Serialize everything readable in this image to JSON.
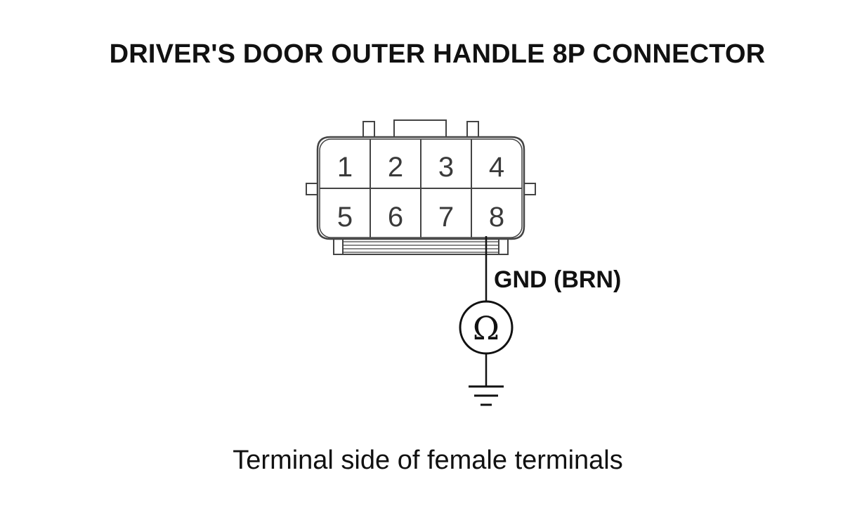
{
  "title": "DRIVER'S DOOR OUTER HANDLE 8P CONNECTOR",
  "connector": {
    "pins_top": [
      "1",
      "2",
      "3",
      "4"
    ],
    "pins_bottom": [
      "5",
      "6",
      "7",
      "8"
    ]
  },
  "wire_label": "GND (BRN)",
  "meter_symbol": "Ω",
  "caption": "Terminal side of female terminals",
  "icons": {
    "meter": "ohmmeter-icon",
    "ground": "ground-icon"
  }
}
